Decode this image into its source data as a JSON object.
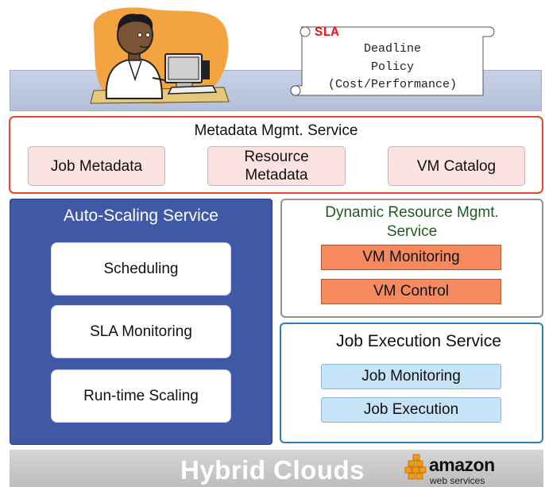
{
  "sla": {
    "title": "SLA",
    "lines": [
      "Deadline",
      "Policy",
      "(Cost/Performance)"
    ]
  },
  "metadata_service": {
    "title": "Metadata Mgmt. Service",
    "items": [
      "Job Metadata",
      "Resource\nMetadata",
      "VM Catalog"
    ]
  },
  "auto_scaling": {
    "title": "Auto-Scaling Service",
    "items": [
      "Scheduling",
      "SLA Monitoring",
      "Run-time Scaling"
    ]
  },
  "dynamic_resource": {
    "title": "Dynamic Resource Mgmt.\nService",
    "items": [
      "VM Monitoring",
      "VM Control"
    ]
  },
  "job_execution": {
    "title": "Job Execution Service",
    "items": [
      "Job Monitoring",
      "Job Execution"
    ]
  },
  "footer": {
    "label": "Hybrid Clouds",
    "logo_word": "amazon",
    "logo_sub": "web services"
  },
  "icons": [
    "user-at-computer-illustration",
    "scroll-icon",
    "aws-boxes-icon"
  ],
  "colors": {
    "metadata_border": "#e8482a",
    "auto_scaling_fill": "#3f59a7",
    "job_border": "#2a7fc0",
    "dynamic_title": "#1e5c1e",
    "orange_fill": "#f58a5e",
    "blue_fill": "#c6e3f7",
    "pink_fill": "#fbe3e1"
  }
}
